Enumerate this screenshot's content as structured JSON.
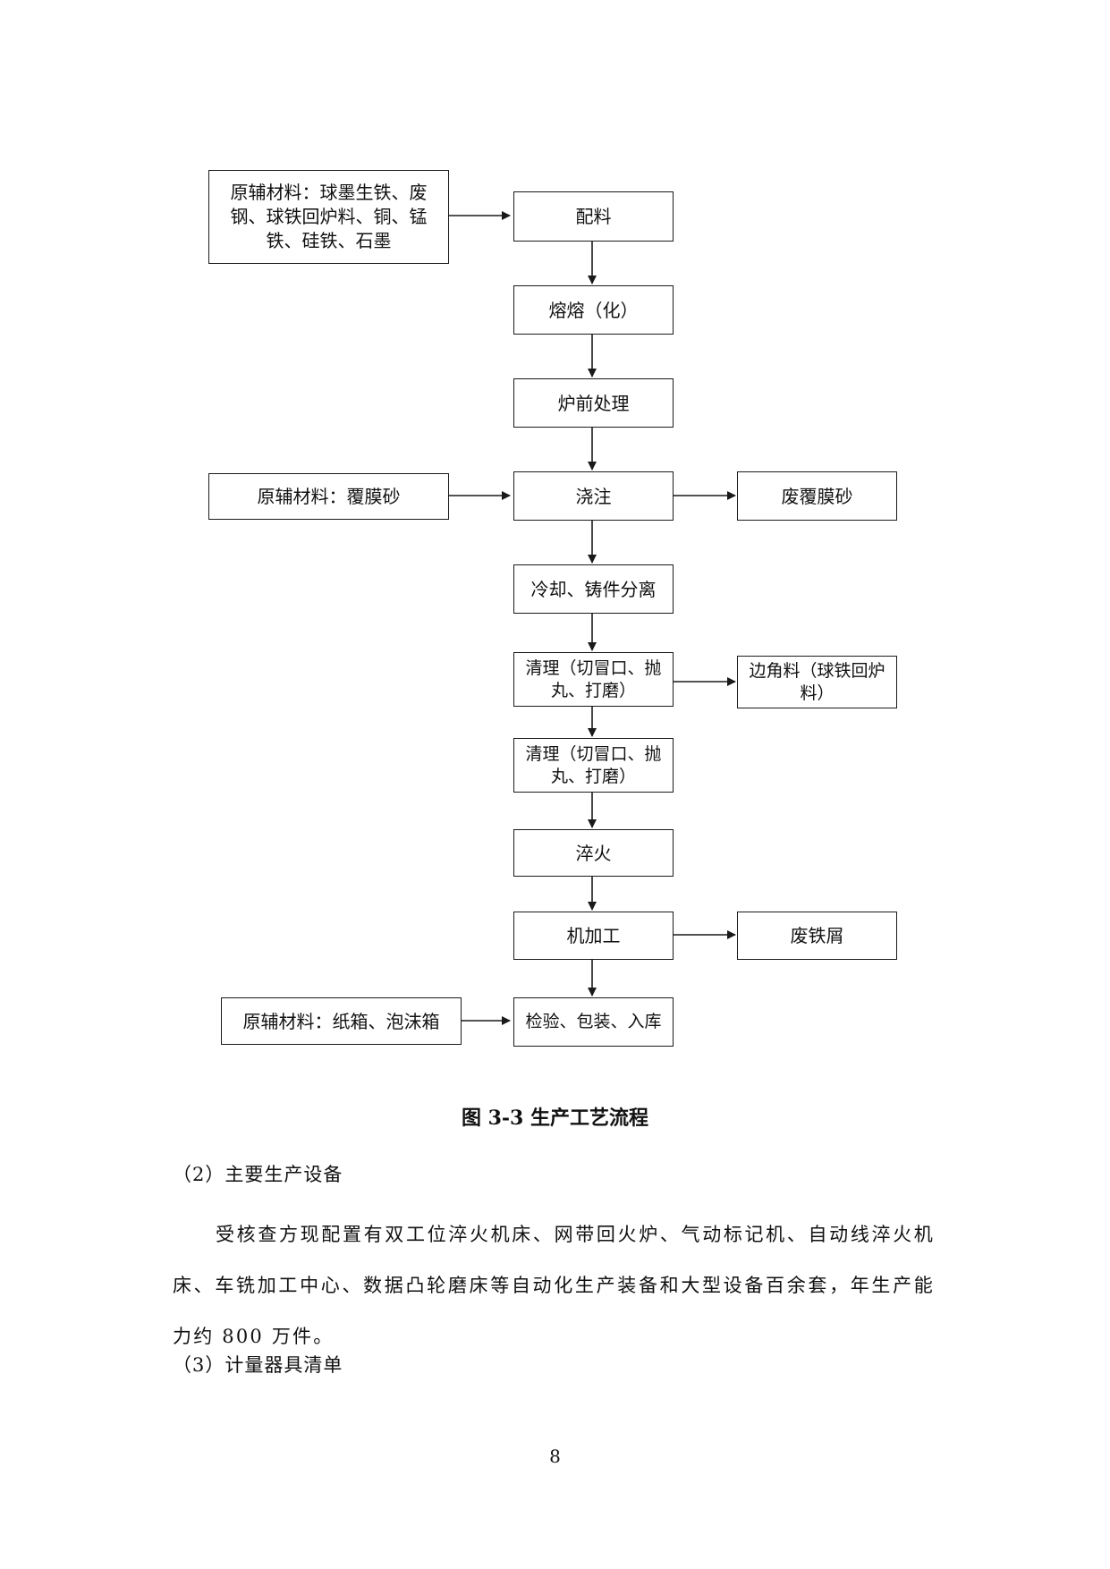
{
  "diagram": {
    "steps": {
      "peiliao": "配料",
      "ronghua": "熔熔（化）",
      "luqian": "炉前处理",
      "jiaozhu": "浇注",
      "lengque": "冷却、铸件分离",
      "qingli1": "清理（切冒口、抛丸、打磨）",
      "qingli2": "清理（切冒口、抛丸、打磨）",
      "cuihuo": "淬火",
      "jijiagong": "机加工",
      "jianyan": "检验、包装、入库"
    },
    "inputs": {
      "raw1": "原辅材料：球墨生铁、废钢、球铁回炉料、铜、锰铁、硅铁、石墨",
      "raw2": "原辅材料：覆膜砂",
      "raw3": "原辅材料：纸箱、泡沫箱"
    },
    "outputs": {
      "waste_sand": "废覆膜砂",
      "scrap_edge": "边角料（球铁回炉料）",
      "waste_chips": "废铁屑"
    }
  },
  "caption": "图 3-3 生产工艺流程",
  "section2_heading": "（2）主要生产设备",
  "section2_body": "受核查方现配置有双工位淬火机床、网带回火炉、气动标记机、自动线淬火机床、车铣加工中心、数据凸轮磨床等自动化生产装备和大型设备百余套，年生产能力约 800 万件。",
  "section3_heading": "（3）计量器具清单",
  "page_number": "8"
}
